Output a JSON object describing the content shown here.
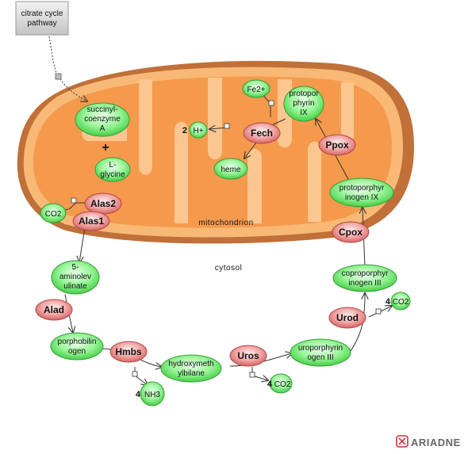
{
  "compartments": {
    "mitochondrion": "mitochondrion",
    "cytosol": "cytosol"
  },
  "pathway_link": {
    "line1": "citrate cycle",
    "line2": "pathway"
  },
  "plus_sign": "+",
  "metabolites": {
    "succinyl_coa": [
      "succinyl-",
      "coenzyme",
      "A"
    ],
    "glycine": [
      "L-",
      "glycine"
    ],
    "co2_alas": [
      "CO2"
    ],
    "ala": [
      "5-",
      "aminolev",
      "ulinate"
    ],
    "porphobilinogen": [
      "porphobilin",
      "ogen"
    ],
    "nh3": [
      "NH3"
    ],
    "hydroxymethylbilane": [
      "hydroxymeth",
      "ylbilane"
    ],
    "co2_uros": [
      "CO2"
    ],
    "uroporphyrinogen": [
      "uroporphyrin",
      "ogen III"
    ],
    "co2_urod": [
      "CO2"
    ],
    "coproporphyrinogen": [
      "coproporphyr",
      "inogen III"
    ],
    "protoporphyrinogen": [
      "protoporphyr",
      "inogen IX"
    ],
    "protoporphyrin": [
      "protopor",
      "phyrin",
      "IX"
    ],
    "fe2": [
      "Fe2+"
    ],
    "h_plus": [
      "H+"
    ],
    "heme": [
      "heme"
    ]
  },
  "enzymes": {
    "alas2": "Alas2",
    "alas1": "Alas1",
    "alad": "Alad",
    "hmbs": "Hmbs",
    "uros": "Uros",
    "urod": "Urod",
    "cpox": "Cpox",
    "ppox": "Ppox",
    "fech": "Fech"
  },
  "stoichiometry": {
    "h_plus": "2",
    "nh3": "4",
    "co2_uros": "4",
    "co2_urod": "4"
  },
  "logo": {
    "text": "ARIADNE"
  },
  "colors": {
    "metabolite_fill": "#66ee66",
    "metabolite_stroke": "#339933",
    "enzyme_fill": "#e88888",
    "enzyme_stroke": "#b04444",
    "mito_outer": "#f7b26c",
    "mito_inner": "#f59a4c",
    "mito_rim": "#c8743a",
    "edge": "#333333"
  }
}
